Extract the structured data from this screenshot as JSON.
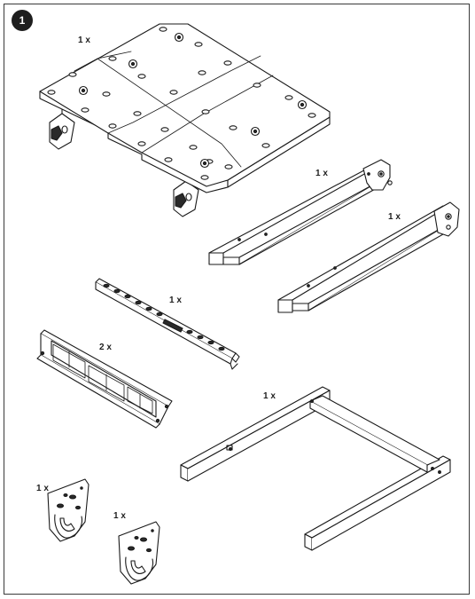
{
  "step": {
    "number": "1"
  },
  "colors": {
    "ink": "#1e1e1e",
    "background": "#ffffff"
  },
  "parts": [
    {
      "id": "work-top",
      "quantity": "1 x"
    },
    {
      "id": "leg-upper-left",
      "quantity": "1 x"
    },
    {
      "id": "leg-upper-right",
      "quantity": "1 x"
    },
    {
      "id": "cross-brace",
      "quantity": "1 x"
    },
    {
      "id": "side-brace",
      "quantity": "2 x"
    },
    {
      "id": "base-frame",
      "quantity": "1 x"
    },
    {
      "id": "foot-bracket-left",
      "quantity": "1 x"
    },
    {
      "id": "foot-bracket-right",
      "quantity": "1 x"
    }
  ]
}
